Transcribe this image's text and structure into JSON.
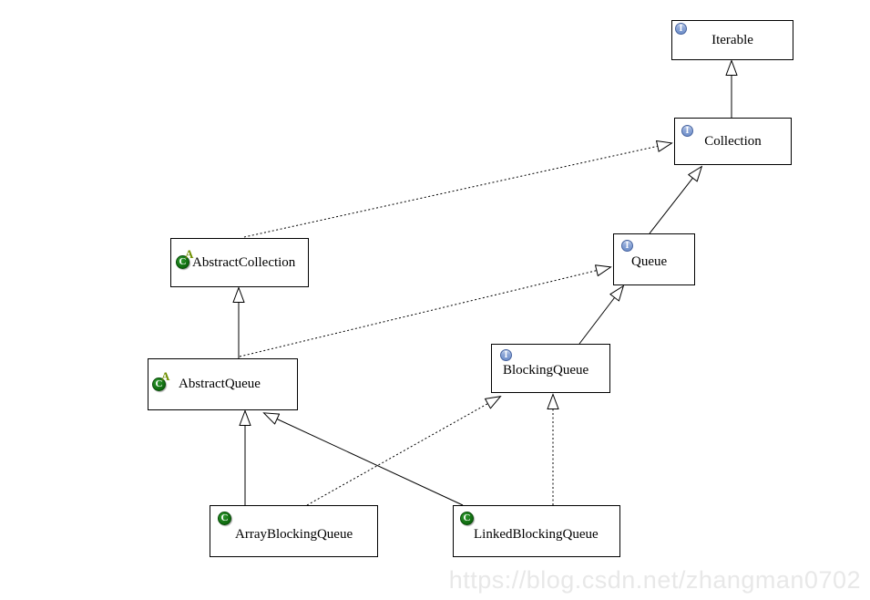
{
  "icons": {
    "interface_letter": "I",
    "class_letter": "C",
    "abstract_letter": "A"
  },
  "colors": {
    "interface_icon": "#7b98d0",
    "interface_icon_border": "#46639f",
    "class_icon": "#0c660c",
    "class_icon_border": "#074a07",
    "abstract_marker": "#6f8f00",
    "box_border": "#000000",
    "edge_line": "#000000",
    "watermark": "#e8e8e8",
    "background": "#ffffff"
  },
  "nodes": {
    "iterable": {
      "label": "Iterable",
      "kind": "interface"
    },
    "collection": {
      "label": "Collection",
      "kind": "interface"
    },
    "queue": {
      "label": "Queue",
      "kind": "interface"
    },
    "abstractCollection": {
      "label": "AbstractCollection",
      "kind": "abstract class"
    },
    "abstractQueue": {
      "label": "AbstractQueue",
      "kind": "abstract class"
    },
    "blockingQueue": {
      "label": "BlockingQueue",
      "kind": "interface"
    },
    "arrayBlockingQueue": {
      "label": "ArrayBlockingQueue",
      "kind": "class"
    },
    "linkedBlockingQueue": {
      "label": "LinkedBlockingQueue",
      "kind": "class"
    }
  },
  "relations": [
    {
      "from": "Collection",
      "to": "Iterable",
      "type": "extends",
      "line": "solid"
    },
    {
      "from": "Queue",
      "to": "Collection",
      "type": "extends",
      "line": "solid"
    },
    {
      "from": "AbstractCollection",
      "to": "Collection",
      "type": "implements",
      "line": "dotted"
    },
    {
      "from": "AbstractQueue",
      "to": "AbstractCollection",
      "type": "extends",
      "line": "solid"
    },
    {
      "from": "AbstractQueue",
      "to": "Queue",
      "type": "implements",
      "line": "dotted"
    },
    {
      "from": "BlockingQueue",
      "to": "Queue",
      "type": "extends",
      "line": "solid"
    },
    {
      "from": "ArrayBlockingQueue",
      "to": "AbstractQueue",
      "type": "extends",
      "line": "solid"
    },
    {
      "from": "ArrayBlockingQueue",
      "to": "BlockingQueue",
      "type": "implements",
      "line": "dotted"
    },
    {
      "from": "LinkedBlockingQueue",
      "to": "AbstractQueue",
      "type": "extends",
      "line": "solid"
    },
    {
      "from": "LinkedBlockingQueue",
      "to": "BlockingQueue",
      "type": "implements",
      "line": "dotted"
    }
  ],
  "watermark": {
    "text": "https://blog.csdn.net/zhangman0702"
  }
}
